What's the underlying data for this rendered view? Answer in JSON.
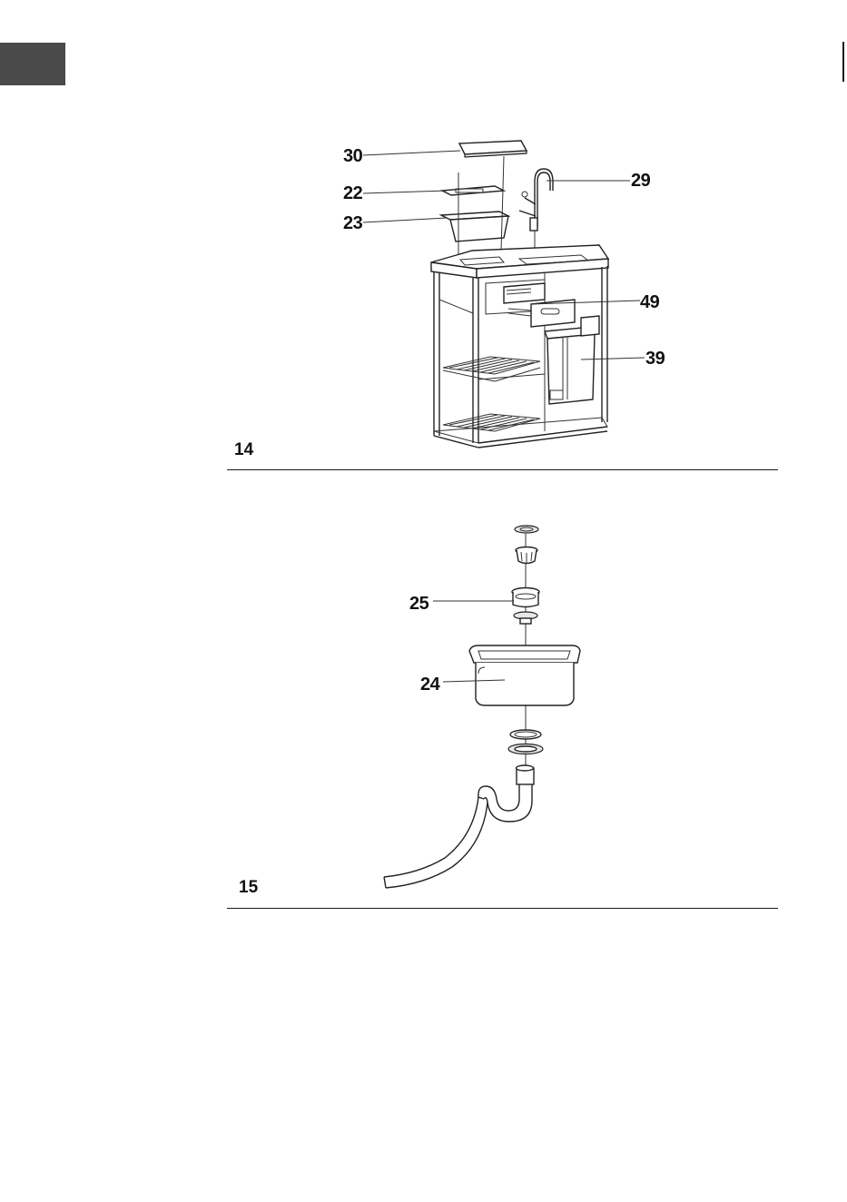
{
  "steps": [
    {
      "number": "14",
      "callouts": [
        "30",
        "22",
        "23",
        "29",
        "49",
        "39"
      ]
    },
    {
      "number": "15",
      "callouts": [
        "25",
        "24"
      ]
    }
  ]
}
